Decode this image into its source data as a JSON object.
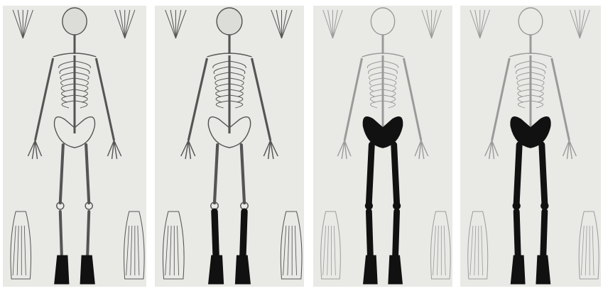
{
  "figure": {
    "panels": [
      {
        "id": "panel-1",
        "shaded_region": "feet",
        "faded": false
      },
      {
        "id": "panel-2",
        "shaded_region": "lower-legs-and-feet",
        "faded": false
      },
      {
        "id": "panel-3",
        "shaded_region": "pelvis-and-legs",
        "faded": true
      },
      {
        "id": "panel-4",
        "shaded_region": "pelvis-and-legs",
        "faded": true
      }
    ],
    "colors": {
      "paper": "#e9e9e6",
      "line": "#555555",
      "faded_line": "#9a9a9a",
      "shaded": "#111111"
    }
  }
}
